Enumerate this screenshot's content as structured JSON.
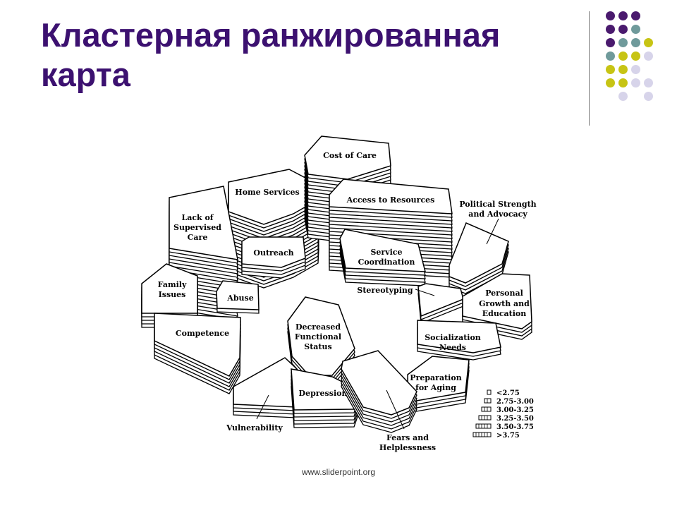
{
  "slide": {
    "title": "Кластерная ранжированная карта",
    "footer": "www.sliderpoint.org"
  },
  "decoration": {
    "colors": {
      "purple": "#4a1a6e",
      "teal": "#6f9a9b",
      "olive": "#c7c414",
      "lavender": "#d7d4ea"
    },
    "dots": [
      "purple",
      "purple",
      "purple",
      "",
      "purple",
      "purple",
      "teal",
      "",
      "purple",
      "teal",
      "teal",
      "olive",
      "teal",
      "olive",
      "olive",
      "lavender",
      "olive",
      "olive",
      "lavender",
      "",
      "olive",
      "olive",
      "lavender",
      "lavender",
      "",
      "lavender",
      "",
      "lavender"
    ]
  },
  "cluster_map": {
    "clusters": [
      {
        "id": "home-services",
        "label": [
          "Home Services"
        ],
        "layers": 18
      },
      {
        "id": "cost-of-care",
        "label": [
          "Cost of Care"
        ],
        "layers": 18
      },
      {
        "id": "access-to-resources",
        "label": [
          "Access to Resources"
        ],
        "layers": 18
      },
      {
        "id": "lack-of-supervised-care",
        "label": [
          "Lack of",
          "Supervised",
          "Care"
        ],
        "layers": 18
      },
      {
        "id": "outreach",
        "label": [
          "Outreach"
        ],
        "layers": 3
      },
      {
        "id": "service-coordination",
        "label": [
          "Service",
          "Coordination"
        ],
        "layers": 4
      },
      {
        "id": "political-strength",
        "label": [
          "Political Strength",
          "and Advocacy"
        ],
        "layers": 3
      },
      {
        "id": "family-issues",
        "label": [
          "Family",
          "Issues"
        ],
        "layers": 4
      },
      {
        "id": "abuse",
        "label": [
          "Abuse"
        ],
        "layers": 1
      },
      {
        "id": "stereotyping",
        "label": [
          "Stereotyping"
        ],
        "layers": 2
      },
      {
        "id": "personal-growth",
        "label": [
          "Personal",
          "Growth and",
          "Education"
        ],
        "layers": 3
      },
      {
        "id": "competence",
        "label": [
          "Competence"
        ],
        "layers": 5
      },
      {
        "id": "decreased-functional-status",
        "label": [
          "Decreased",
          "Functional",
          "Status"
        ],
        "layers": 3
      },
      {
        "id": "socialization-needs",
        "label": [
          "Socialization",
          "Needs"
        ],
        "layers": 2
      },
      {
        "id": "preparation-for-aging",
        "label": [
          "Preparation",
          "for Aging"
        ],
        "layers": 3
      },
      {
        "id": "vulnerability",
        "label": [
          "Vulnerability"
        ],
        "layers": 3
      },
      {
        "id": "depression",
        "label": [
          "Depression"
        ],
        "layers": 5
      },
      {
        "id": "fears-and-helplessness",
        "label": [
          "Fears and",
          "Helplessness"
        ],
        "layers": 5
      }
    ],
    "legend": [
      {
        "label": "<2.75",
        "layers": 1
      },
      {
        "label": "2.75-3.00",
        "layers": 2
      },
      {
        "label": "3.00-3.25",
        "layers": 3
      },
      {
        "label": "3.25-3.50",
        "layers": 4
      },
      {
        "label": "3.50-3.75",
        "layers": 5
      },
      {
        "label": ">3.75",
        "layers": 6
      }
    ]
  }
}
